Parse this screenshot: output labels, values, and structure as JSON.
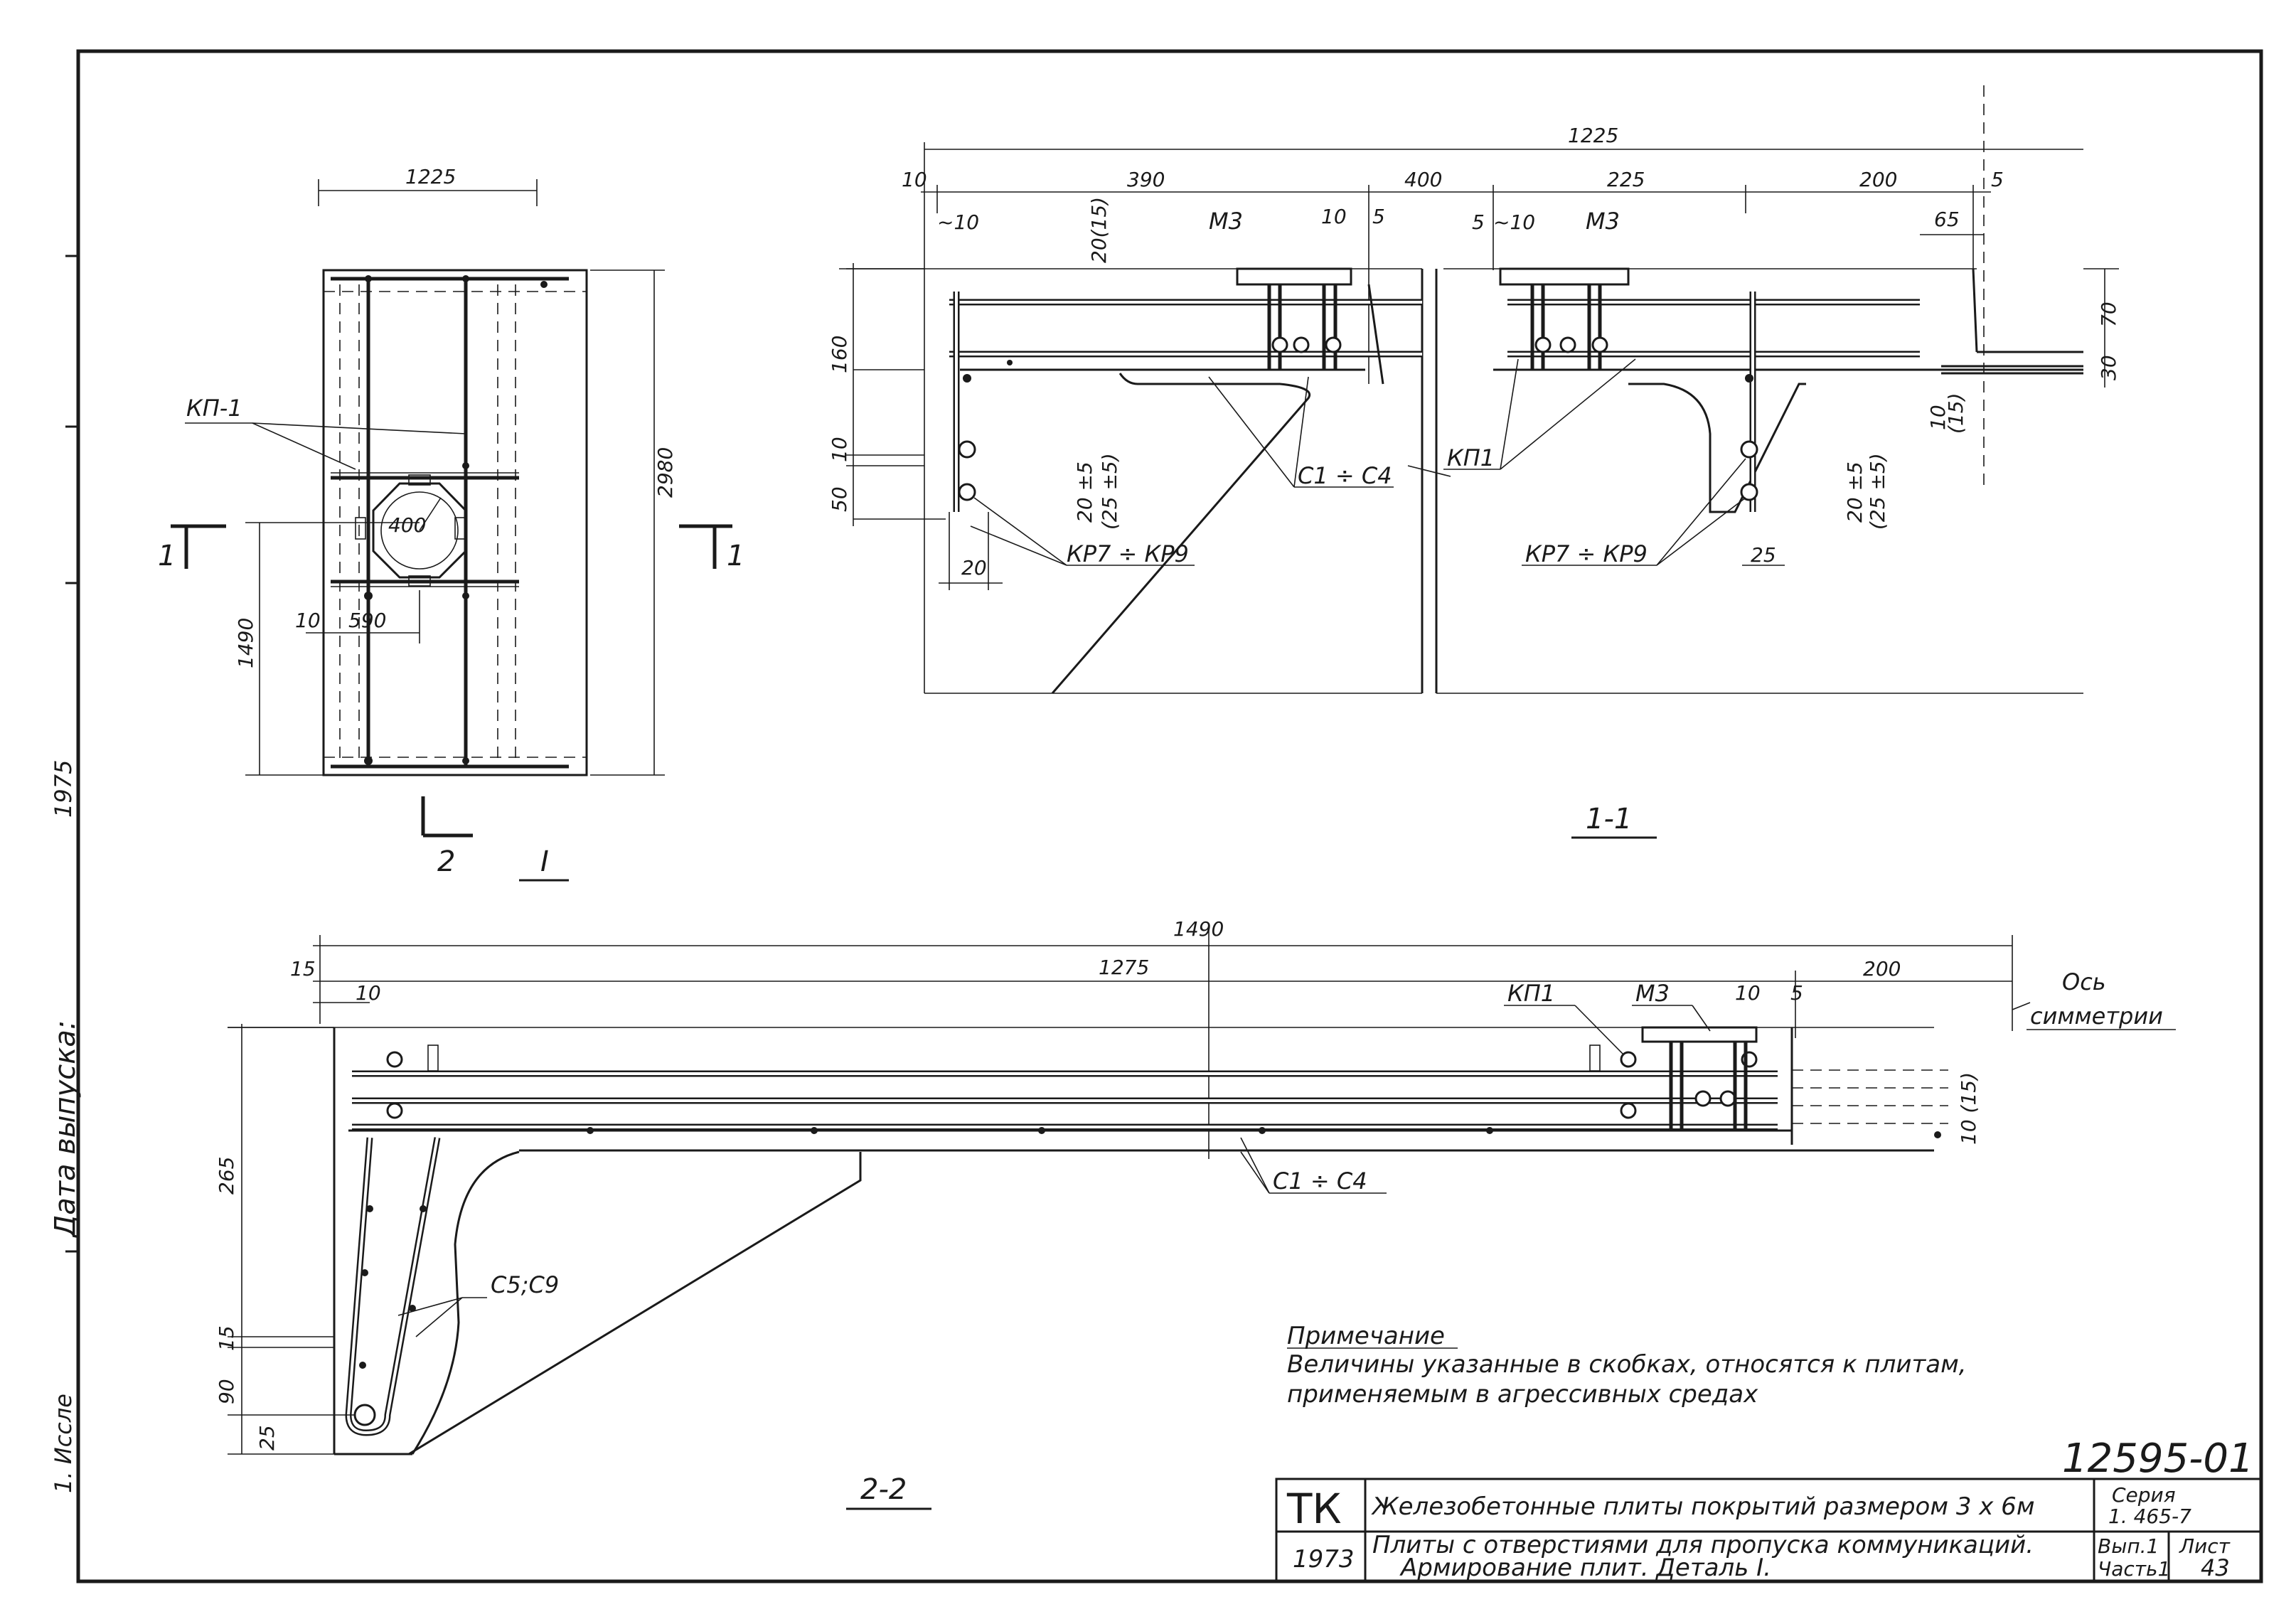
{
  "plan": {
    "dim_top": "1225",
    "dim_right": "2980",
    "dim_left": "1490",
    "dim_10": "10",
    "dim_590": "590",
    "dim_400": "400",
    "label_kp1": "КП-1",
    "section_marker": "1",
    "section_2": "2",
    "view_title": "I"
  },
  "section1": {
    "title": "1-1",
    "dim_total": "1225",
    "dim_10": "10",
    "dim_390": "390",
    "dim_400": "400",
    "dim_225": "225",
    "dim_200": "200",
    "dim_5a": "5",
    "dim_m10a": "~10",
    "dim_20_15": "20(15)",
    "dim_10b": "10",
    "dim_5b": "5",
    "dim_5c": "5",
    "dim_m10b": "~10",
    "dim_65": "65",
    "dim_160": "160",
    "dim_10c": "10",
    "dim_50": "50",
    "dim_20a": "20",
    "dim_20pm5a": "20 ±5",
    "dim_25pm5a": "(25 ±5)",
    "dim_20pm5b": "20 ±5",
    "dim_25pm5b": "(25 ±5)",
    "dim_25": "25",
    "dim_70": "70",
    "dim_30": "30",
    "dim_10_15": "10",
    "dim_15": "(15)",
    "label_m3a": "М3",
    "label_m3b": "М3",
    "label_c1c4": "С1 ÷ С4",
    "label_kp1": "КП1",
    "label_kr_a": "КР7 ÷ КР9",
    "label_kr_b": "КР7 ÷ КР9"
  },
  "section2": {
    "title": "2-2",
    "dim_1490": "1490",
    "dim_1275": "1275",
    "dim_200": "200",
    "dim_15": "15",
    "dim_10a": "10",
    "dim_10b": "10",
    "dim_5": "5",
    "dim_265": "265",
    "dim_15b": "15",
    "dim_90": "90",
    "dim_25": "25",
    "dim_10_15": "10 (15)",
    "label_kp1": "КП1",
    "label_m3": "М3",
    "label_c1c4": "С1 ÷ С4",
    "label_c5c9": "С5;С9",
    "label_axis_1": "Ось",
    "label_axis_2": "симметрии"
  },
  "margin": {
    "date_label": "Дата выпуска:",
    "year": "1975",
    "inv": "1. Иссле"
  },
  "note": {
    "heading": "Примечание",
    "line1": "Величины указанные в скобках, относятся к плитам,",
    "line2": "применяемым в агрессивных средах"
  },
  "stamp": {
    "doc_number": "12595-01",
    "org": "ТК",
    "year": "1973",
    "title_line1": "Железобетонные плиты покрытий размером 3 х 6м",
    "title_line2": "Плиты с отверстиями для пропуска коммуникаций.",
    "title_line3": "Армирование плит.   Деталь I.",
    "series_label": "Серия",
    "series_value": "1. 465-7",
    "issue": "Вып.1",
    "part": "Часть1",
    "sheet_label": "Лист",
    "sheet_value": "43"
  }
}
